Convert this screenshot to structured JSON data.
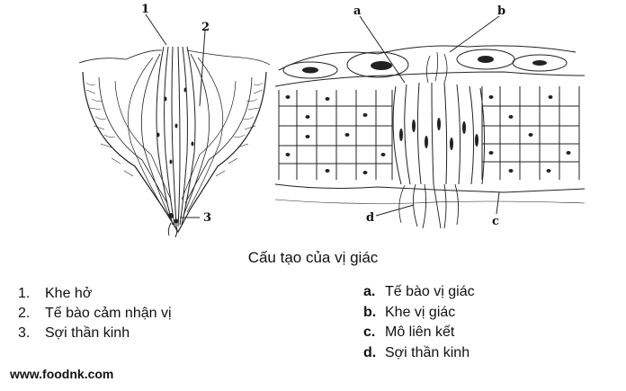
{
  "diagram": {
    "labels_left": [
      "1",
      "2",
      "3"
    ],
    "labels_right": [
      "a",
      "b",
      "d",
      "c"
    ]
  },
  "caption": "Cấu tạo của vị giác",
  "legend_left": [
    {
      "num": "1.",
      "text": "Khe hở"
    },
    {
      "num": "2.",
      "text": "Tế bào cảm nhận vị"
    },
    {
      "num": "3.",
      "text": "Sợi thần kinh"
    }
  ],
  "legend_right": [
    {
      "num": "a.",
      "text": "Tế bào vị giác"
    },
    {
      "num": "b.",
      "text": "Khe vị giác"
    },
    {
      "num": "c.",
      "text": "Mô liên kết"
    },
    {
      "num": "d.",
      "text": "Sợi thần kinh"
    }
  ],
  "footer": "www.foodnk.com"
}
